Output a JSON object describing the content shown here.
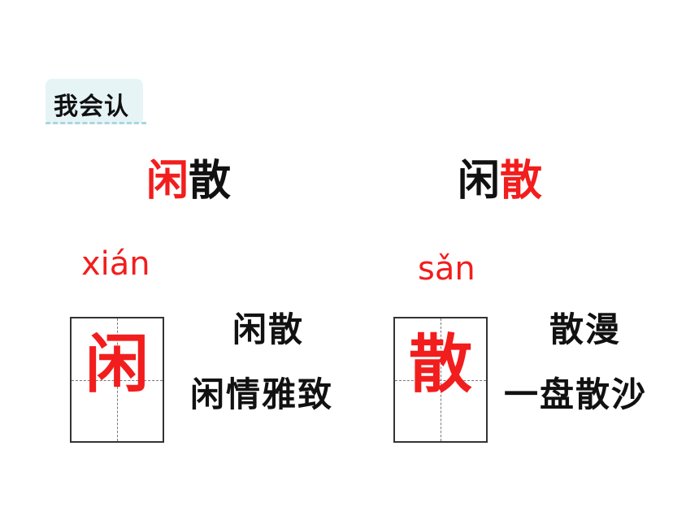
{
  "badge": {
    "label": "我会认"
  },
  "words": [
    {
      "red": "闲",
      "black": "散"
    },
    {
      "black": "闲",
      "red": "散"
    }
  ],
  "characters": [
    {
      "pinyin": "xián",
      "char": "闲",
      "phrases": [
        "闲散",
        "闲情雅致"
      ]
    },
    {
      "pinyin": "sǎn",
      "char": "散",
      "phrases": [
        "散漫",
        "一盘散沙"
      ]
    }
  ],
  "colors": {
    "highlight": "#f21d1d",
    "badge_bg": "#e6f4f6",
    "badge_dash": "#a9d7de",
    "text": "#111111"
  }
}
